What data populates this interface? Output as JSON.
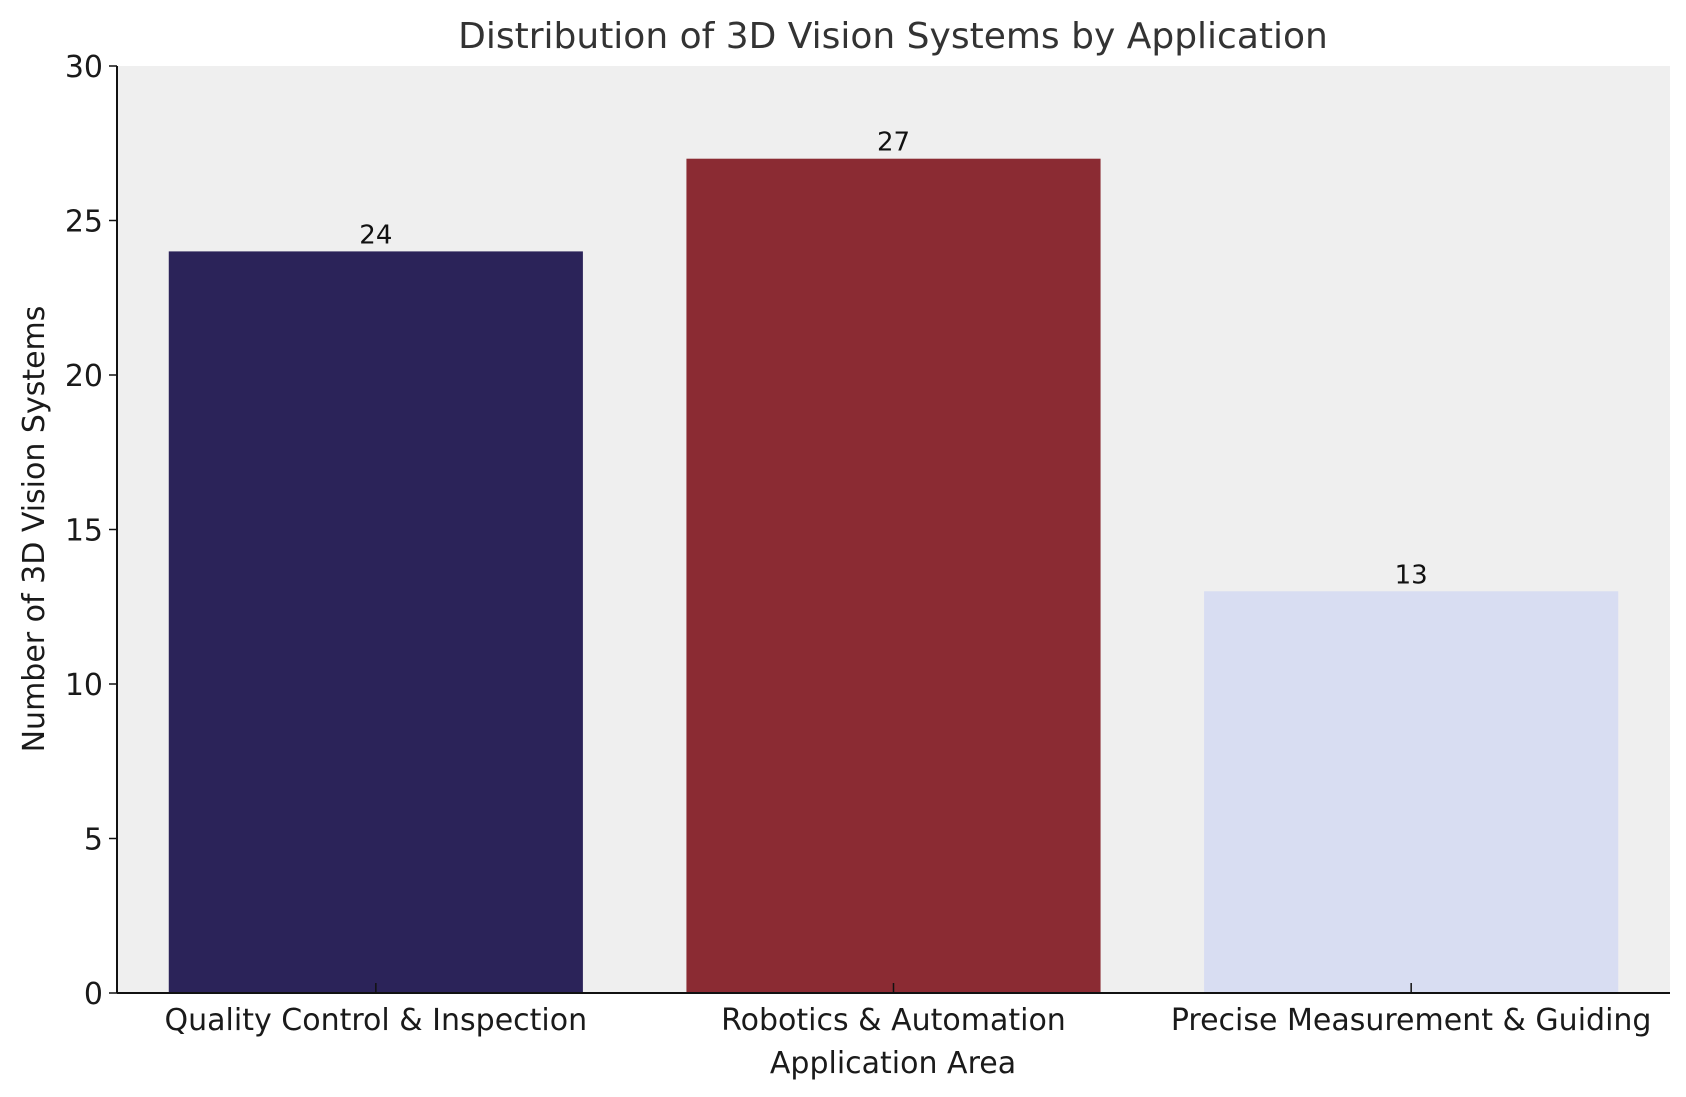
{
  "chart_data": {
    "type": "bar",
    "title": "Distribution of 3D Vision Systems by Application",
    "xlabel": "Application Area",
    "ylabel": "Number of 3D Vision Systems",
    "categories": [
      "Quality Control & Inspection",
      "Robotics & Automation",
      "Precise Measurement & Guiding"
    ],
    "values": [
      24,
      27,
      13
    ],
    "data_labels": [
      "24",
      "27",
      "13"
    ],
    "colors": [
      "#2b2359",
      "#8b2b33",
      "#d8ddf2"
    ],
    "ylim": [
      0,
      30
    ],
    "yticks": [
      0,
      5,
      10,
      15,
      20,
      25,
      30
    ],
    "ytick_labels": [
      "0",
      "5",
      "10",
      "15",
      "20",
      "25",
      "30"
    ],
    "plot_background": "#efefef",
    "grid": false,
    "legend": "none"
  }
}
